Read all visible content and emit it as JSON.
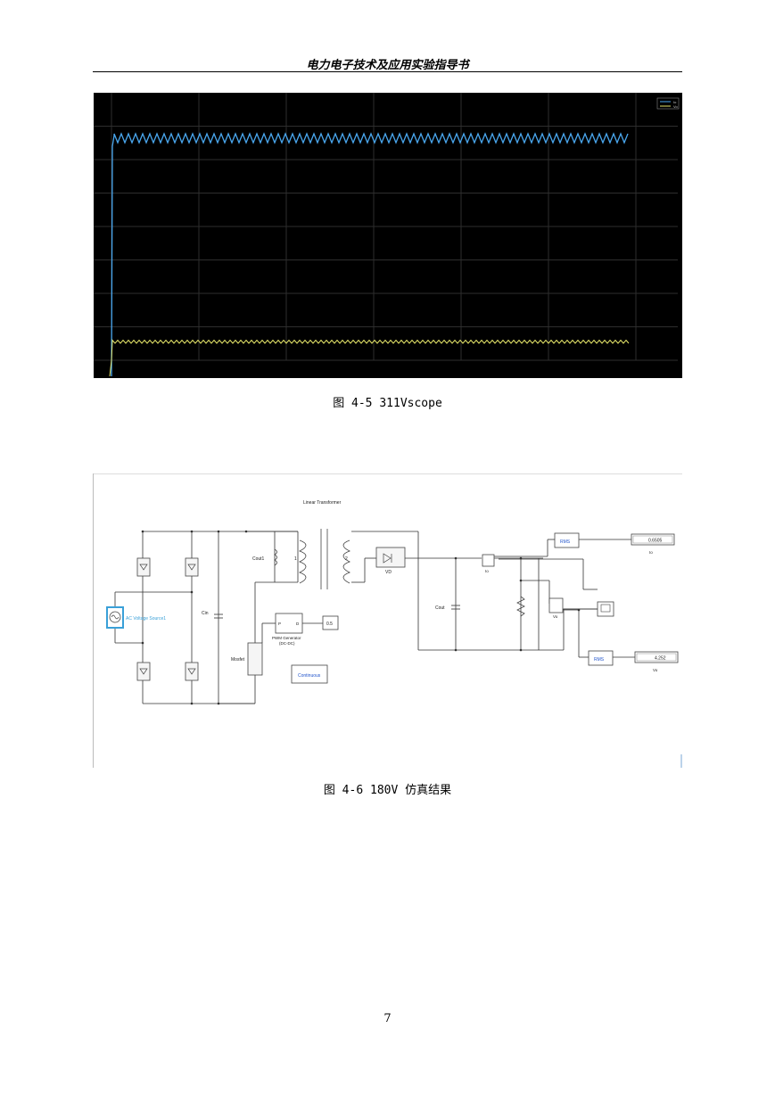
{
  "header": {
    "title": "电力电子技术及应用实验指导书"
  },
  "figure1": {
    "caption": "图 4-5 311Vscope",
    "legend": [
      "Io",
      "Vo"
    ],
    "colors": {
      "background": "#000000",
      "grid": "#2e2e2e",
      "series_io": "#4aa8f0",
      "series_vo": "#e6e66a"
    }
  },
  "figure2": {
    "caption": "图 4-6 180V 仿真结果",
    "labels": {
      "transformer": "Linear Transformer",
      "source": "AC Voltage Source1",
      "cin": "Cin",
      "cout1": "Cout1",
      "winding1": "1",
      "winding2": "2",
      "diode": "VD",
      "cout": "Cout",
      "io_sensor": "Io",
      "vo_sensor": "Vo",
      "mosfet": "Mosfet",
      "pwm_line1": "PWM Generator",
      "pwm_line2": "(DC-DC)",
      "pwm_port_p": "P",
      "pwm_port_d": "D",
      "duty": "0.5",
      "powergui": "Continuous",
      "rms1": "RMS",
      "rms2": "RMS",
      "display1_value": "0.6505",
      "display1_label": "Io",
      "display2_value": "4.252",
      "display2_label": "Vo"
    }
  },
  "page_number": "7"
}
